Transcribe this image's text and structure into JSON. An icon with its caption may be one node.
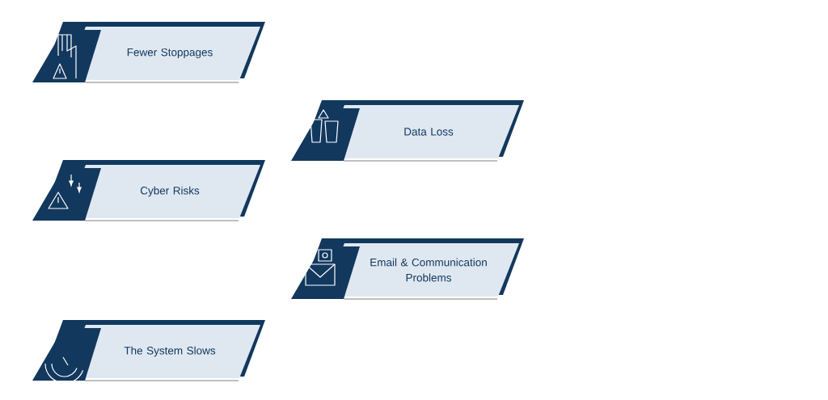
{
  "diagram": {
    "nodes": [
      {
        "text": [
          "Fewer Stoppages"
        ]
      },
      {
        "text": [
          "Data Loss"
        ]
      },
      {
        "text": [
          "Cyber Risks"
        ]
      },
      {
        "text": [
          "Email & Communication Problems"
        ]
      },
      {
        "text": [
          "The System Slows"
        ]
      }
    ]
  }
}
